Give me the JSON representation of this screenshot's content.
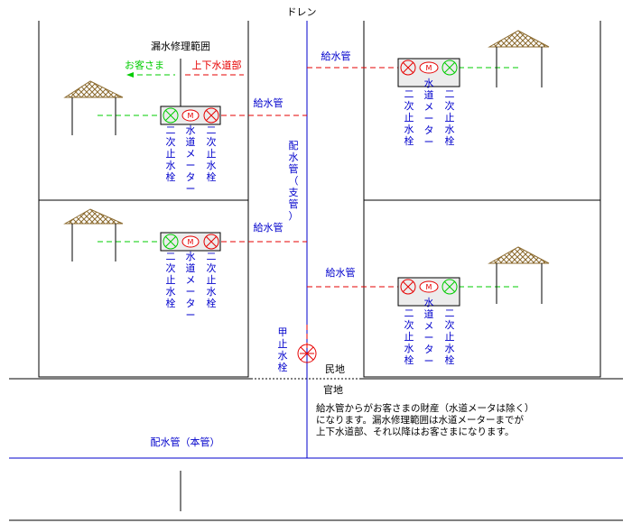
{
  "diagram": {
    "title": "ドレン",
    "repair_range_label": "漏水修理範囲",
    "customer_label": "お客さま",
    "bureau_label": "上下水道部",
    "supply_pipe": "給水管",
    "branch_main_label": [
      "配",
      "水",
      "管",
      "（",
      "支",
      "管",
      "）"
    ],
    "valve_label": [
      "二",
      "次",
      "止",
      "水",
      "栓"
    ],
    "meter_label": [
      "水",
      "道",
      "メ",
      "ー",
      "タ",
      "ー"
    ],
    "meter_mark": "M",
    "main_stop_label": [
      "甲",
      "止",
      "水",
      "栓"
    ],
    "private_land": "民地",
    "public_land": "官地",
    "trunk_main_label": "配水管（本管）",
    "note_lines": [
      "給水管からがお客さまの財産（水道メータは除く）",
      "になります。漏水修理範囲は水道メーターまでが",
      "上下水道部、それ以降はお客さまになります。"
    ],
    "colors": {
      "pipe_blue": "#0000cc",
      "bureau_red": "#e60000",
      "customer_green": "#00cc00",
      "house_brown": "#8b6a2e"
    }
  }
}
